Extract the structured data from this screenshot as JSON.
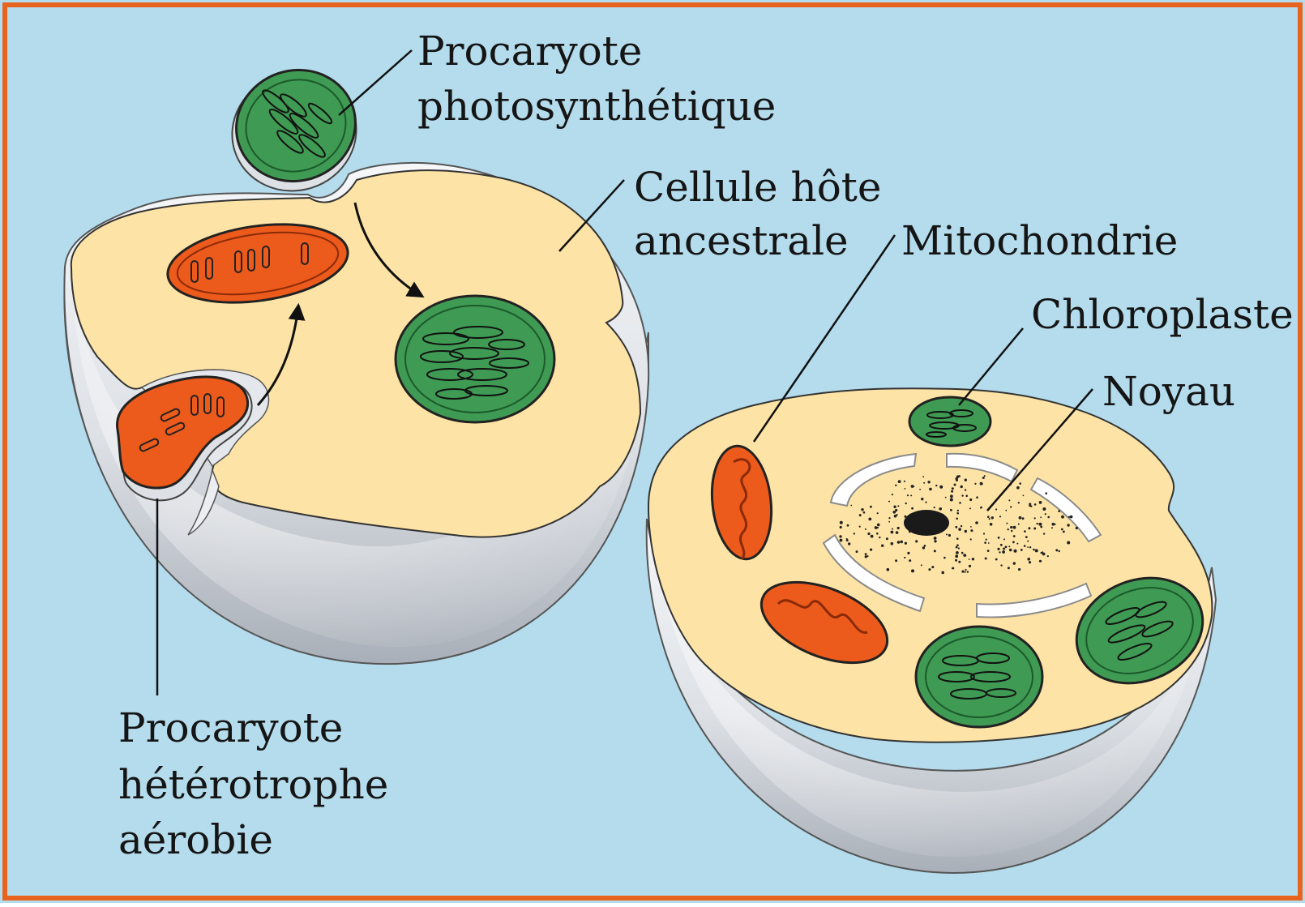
{
  "labels": {
    "photosynthetic_line1": "Procaryote",
    "photosynthetic_line2": "photosynthétique",
    "host_line1": "Cellule hôte",
    "host_line2": "ancestrale",
    "mitochondria": "Mitochondrie",
    "chloroplast": "Chloroplaste",
    "nucleus": "Noyau",
    "heterotroph_line1": "Procaryote",
    "heterotroph_line2": "hétérotrophe",
    "heterotroph_line3": "aérobie"
  },
  "colors": {
    "background": "#b4dcec",
    "frame": "#e8641e",
    "cytoplasm": "#fde4a6",
    "membrane": "#dfe3e8",
    "mitochondrion": "#ec5a1c",
    "chloroplast": "#3f9a53"
  }
}
